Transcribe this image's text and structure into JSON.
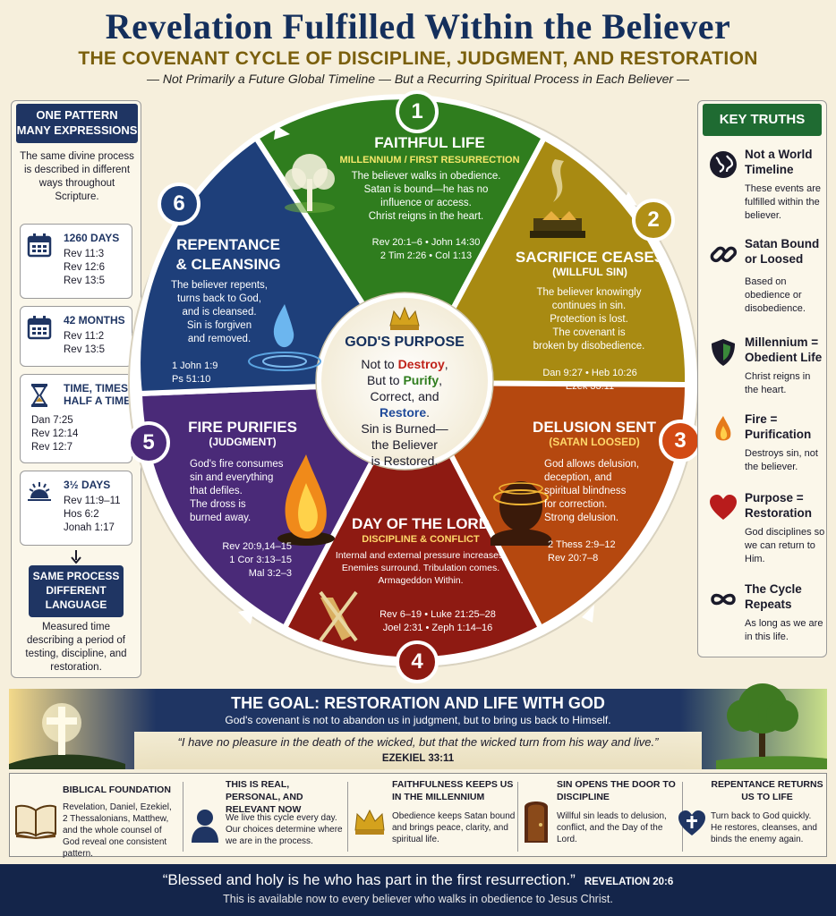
{
  "header": {
    "title": "Revelation Fulfilled Within the Believer",
    "subtitle": "THE COVENANT CYCLE OF DISCIPLINE, JUDGMENT, AND RESTORATION",
    "tagline": "— Not Primarily a Future Global Timeline — But a Recurring Spiritual Process in Each Believer —"
  },
  "left_panel": {
    "heading_line1": "ONE PATTERN",
    "heading_line2": "MANY EXPRESSIONS",
    "intro": "The same divine process is described in different ways throughout Scripture.",
    "items": [
      {
        "icon": "calendar-icon",
        "label": "1260 DAYS",
        "refs": [
          "Rev 11:3",
          "Rev 12:6",
          "Rev 13:5"
        ]
      },
      {
        "icon": "calendar-icon",
        "label": "42 MONTHS",
        "refs": [
          "Rev 11:2",
          "Rev 13:5"
        ]
      },
      {
        "icon": "hourglass-icon",
        "label": "TIME, TIMES, HALF A TIME",
        "refs": [
          "Dan 7:25",
          "Rev 12:14",
          "Rev 12:7"
        ]
      },
      {
        "icon": "sunrise-icon",
        "label": "3½ DAYS",
        "refs": [
          "Rev 11:9–11",
          "Hos 6:2",
          "Jonah 1:17"
        ]
      }
    ],
    "same_heading_line1": "SAME PROCESS",
    "same_heading_line2": "DIFFERENT",
    "same_heading_line3": "LANGUAGE",
    "same_desc": "Measured time describing a period of testing, discipline, and restoration."
  },
  "cycle": {
    "center": {
      "title": "GOD'S PURPOSE",
      "line1_pre": "Not to ",
      "line1_word": "Destroy",
      "line1_post": ",",
      "line2_pre": "But to ",
      "line2_word": "Purify",
      "line2_post": ",",
      "line3": "Correct, and",
      "line4_word": "Restore",
      "line4_post": ".",
      "line5": "Sin is Burned—",
      "line6": "the Believer",
      "line7": "is Restored."
    },
    "segments": [
      {
        "number": "1",
        "title": "FAITHFUL LIFE",
        "subtitle": "MILLENNIUM / FIRST RESURRECTION",
        "body": [
          "The believer walks in obedience.",
          "Satan is bound—he has no",
          "influence or access.",
          "Christ reigns in the heart."
        ],
        "refs": [
          "Rev 20:1–6 • John 14:30",
          "2 Tim 2:26 • Col 1:13"
        ],
        "color": "#2f7d1e"
      },
      {
        "number": "2",
        "title": "SACRIFICE CEASES",
        "subtitle": "(WILLFUL SIN)",
        "body": [
          "The believer knowingly",
          "continues in sin.",
          "Protection is lost.",
          "The covenant is",
          "broken by disobedience."
        ],
        "refs": [
          "Dan 9:27 • Heb 10:26",
          "Ezek 33:11"
        ],
        "color": "#a88a12"
      },
      {
        "number": "3",
        "title": "DELUSION SENT",
        "subtitle": "(SATAN LOOSED)",
        "body": [
          "God allows delusion,",
          "deception, and",
          "spiritual blindness",
          "for correction.",
          "Strong delusion."
        ],
        "refs": [
          "2 Thess 2:9–12",
          "Rev 20:7–8"
        ],
        "color": "#b5480f"
      },
      {
        "number": "4",
        "title": "DAY OF THE LORD",
        "subtitle": "DISCIPLINE & CONFLICT",
        "body": [
          "Internal and external pressure increases.",
          "Enemies surround. Tribulation comes.",
          "Armageddon Within."
        ],
        "refs": [
          "Rev 6–19 • Luke 21:25–28",
          "Joel 2:31 • Zeph 1:14–16"
        ],
        "color": "#8e1a12"
      },
      {
        "number": "5",
        "title": "FIRE PURIFIES",
        "subtitle": "(JUDGMENT)",
        "body": [
          "God's fire consumes",
          "sin and everything",
          "that defiles.",
          "The dross is",
          "burned away."
        ],
        "refs": [
          "Rev 20:9,14–15",
          "1 Cor 3:13–15",
          "Mal 3:2–3"
        ],
        "color": "#4a2a78"
      },
      {
        "number": "6",
        "title": "REPENTANCE",
        "title2": "& CLEANSING",
        "body": [
          "The believer repents,",
          "turns back to God,",
          "and is cleansed.",
          "Sin is forgiven",
          "and removed."
        ],
        "refs": [
          "1 John 1:9",
          "Ps 51:10"
        ],
        "color": "#1e3f7a"
      }
    ]
  },
  "right_panel": {
    "heading": "KEY TRUTHS",
    "items": [
      {
        "icon": "globe-icon",
        "title": "Not a World Timeline",
        "desc": "These events are fulfilled within the believer."
      },
      {
        "icon": "chain-link-icon",
        "title": "Satan Bound or Loosed",
        "desc": "Based on obedience or disobedience."
      },
      {
        "icon": "shield-icon",
        "title": "Millennium = Obedient Life",
        "desc": "Christ reigns in the heart."
      },
      {
        "icon": "flame-icon",
        "title": "Fire = Purification",
        "desc": "Destroys sin, not the believer."
      },
      {
        "icon": "heart-icon",
        "title": "Purpose = Restoration",
        "desc": "God disciplines so we can return to Him."
      },
      {
        "icon": "infinity-icon",
        "title": "The Cycle Repeats",
        "desc": "As long as we are in this life."
      }
    ]
  },
  "goal": {
    "title": "THE GOAL: RESTORATION AND LIFE WITH GOD",
    "subtitle": "God's covenant is not to abandon us in judgment, but to bring us back to Himself.",
    "quote": "“I have no pleasure in the death of the wicked, but that the wicked turn from his way and live.”",
    "reference": "EZEKIEL 33:11"
  },
  "bottom": [
    {
      "icon": "open-book-icon",
      "heading": "BIBLICAL FOUNDATION",
      "body": "Revelation, Daniel, Ezekiel, 2 Thessalonians, Matthew, and the whole counsel of God reveal one consistent pattern."
    },
    {
      "icon": "person-icon",
      "heading": "THIS IS REAL, PERSONAL, AND RELEVANT NOW",
      "body": "We live this cycle every day. Our choices determine where we are in the process."
    },
    {
      "icon": "crown-icon",
      "heading": "FAITHFULNESS KEEPS US IN THE MILLENNIUM",
      "body": "Obedience keeps Satan bound and brings peace, clarity, and spiritual life."
    },
    {
      "icon": "door-icon",
      "heading": "SIN OPENS THE DOOR TO DISCIPLINE",
      "body": "Willful sin leads to delusion, conflict, and the Day of the Lord."
    },
    {
      "icon": "heart-cross-icon",
      "heading": "REPENTANCE RETURNS US TO LIFE",
      "body": "Turn back to God quickly. He restores, cleanses, and binds the enemy again."
    }
  ],
  "footer": {
    "quote": "“Blessed and holy is he who has part in the first resurrection.”",
    "reference": "REVELATION 20:6",
    "subtitle": "This is available now to every believer who walks in obedience to Jesus Christ."
  }
}
